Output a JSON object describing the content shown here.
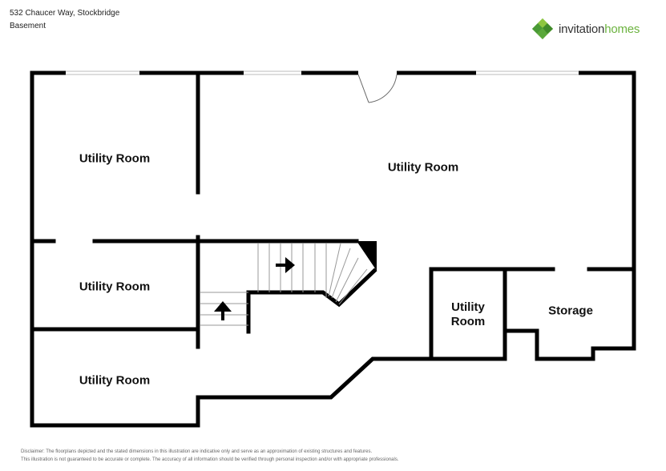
{
  "header": {
    "address": "532 Chaucer Way, Stockbridge",
    "level": "Basement"
  },
  "brand": {
    "name_part1": "invitation",
    "name_part2": "homes",
    "logo_icon": "cube-logo-icon",
    "colors": {
      "green": "#6cb33f",
      "dark_green": "#3f8a2a",
      "text": "#333333"
    }
  },
  "rooms": [
    {
      "id": "utility-room-top-left",
      "label": "Utility Room"
    },
    {
      "id": "utility-room-main",
      "label": "Utility Room"
    },
    {
      "id": "utility-room-middle-left",
      "label": "Utility Room"
    },
    {
      "id": "utility-room-bottom-left",
      "label": "Utility Room"
    },
    {
      "id": "utility-room-small",
      "label_line1": "Utility",
      "label_line2": "Room"
    },
    {
      "id": "storage",
      "label": "Storage"
    }
  ],
  "disclaimer": {
    "line1": "Disclaimer: The floorplans depicted and the stated dimensions in this illustration are indicative only and serve as an approximation of existing structures and features.",
    "line2": "This illustration is not guaranteed to be accurate or complete. The accuracy of all information should be verified through personal inspection and/or with appropriate professionals."
  }
}
